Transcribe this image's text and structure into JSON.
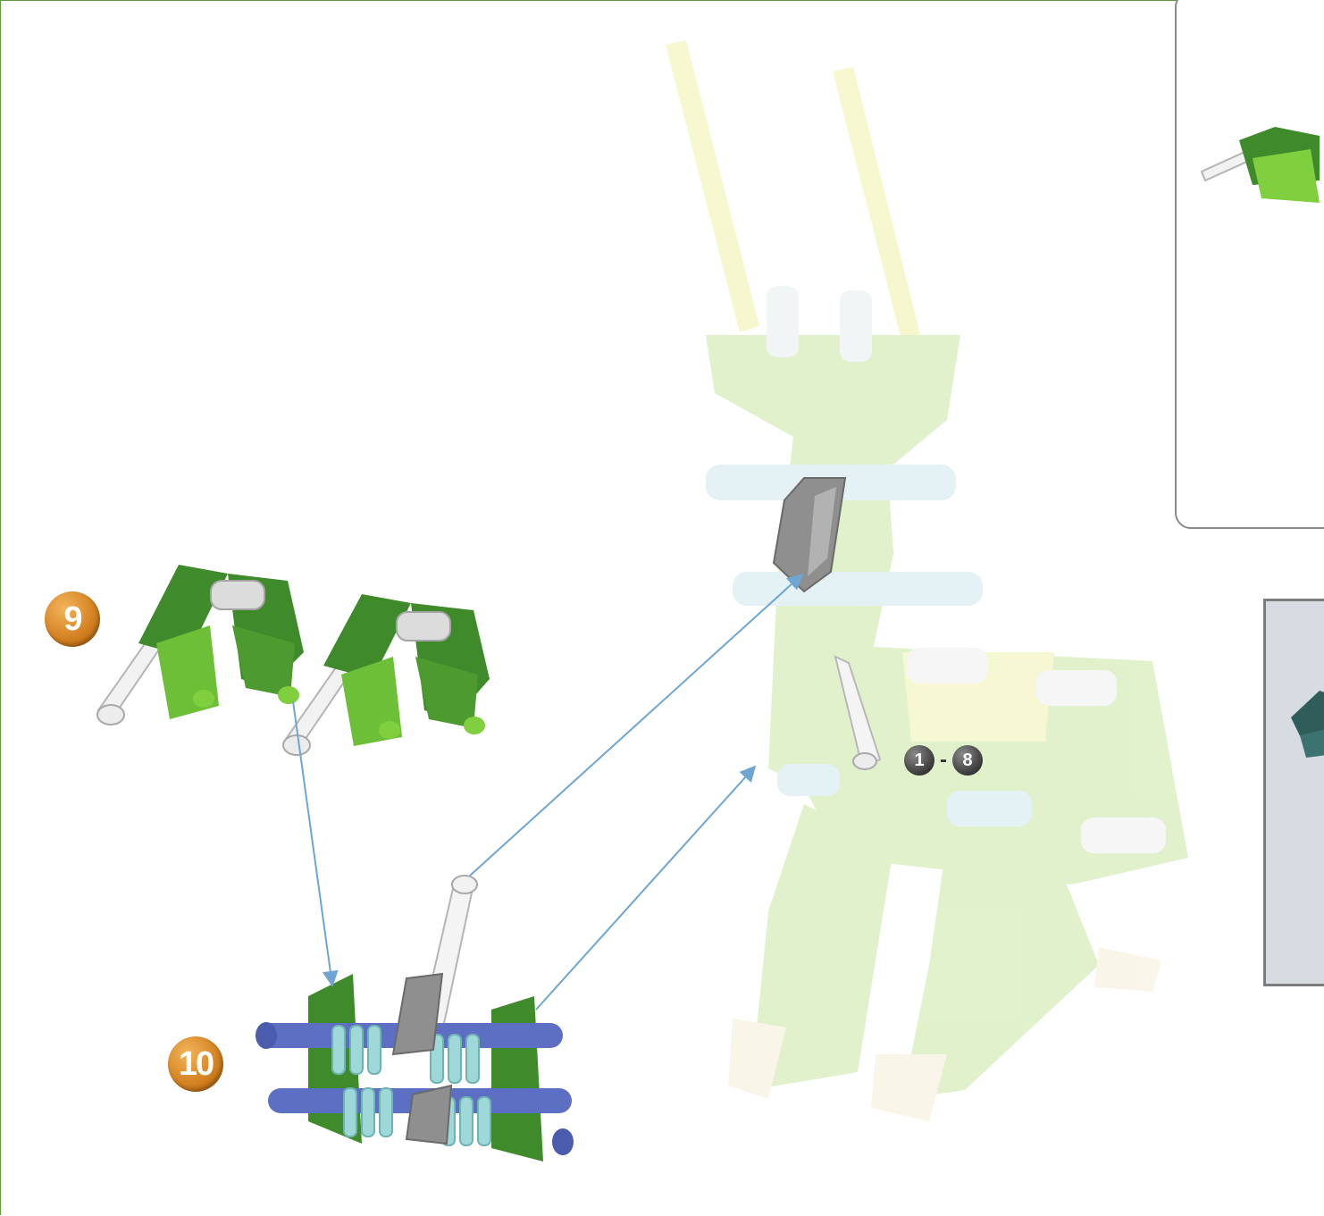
{
  "steps": [
    {
      "number": "9"
    },
    {
      "number": "10"
    }
  ],
  "previous_steps": {
    "from": "1",
    "separator": "-",
    "to": "8"
  },
  "colors": {
    "dark_green": "#3f8a2a",
    "light_green": "#7fcf3e",
    "ghost_green": "#cfe9b0",
    "blue_rod": "#5d6fc2",
    "light_blue_spacer": "#9fd8d8",
    "gray_connector": "#8f8f8f",
    "white_rod": "#f4f4f4",
    "arrow": "#6fa6d1",
    "step_badge": "#d2801f"
  },
  "icons": [
    "step-9-badge",
    "step-10-badge",
    "assembly-arrow"
  ]
}
